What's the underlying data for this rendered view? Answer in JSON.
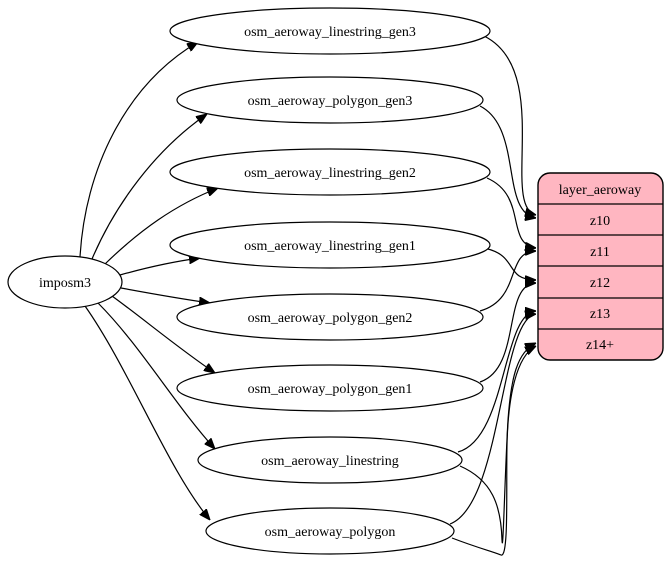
{
  "diagram": {
    "background": "#ffffff",
    "colors": {
      "table_node_fill": "#ffffff",
      "layer_node_fill": "#ffb6c1",
      "stroke": "#000000",
      "text": "#000000"
    },
    "source_node": {
      "label": "imposm3"
    },
    "table_nodes": [
      {
        "label": "osm_aeroway_linestring_gen3"
      },
      {
        "label": "osm_aeroway_polygon_gen3"
      },
      {
        "label": "osm_aeroway_linestring_gen2"
      },
      {
        "label": "osm_aeroway_linestring_gen1"
      },
      {
        "label": "osm_aeroway_polygon_gen2"
      },
      {
        "label": "osm_aeroway_polygon_gen1"
      },
      {
        "label": "osm_aeroway_linestring"
      },
      {
        "label": "osm_aeroway_polygon"
      }
    ],
    "layer_node": {
      "title": "layer_aeroway",
      "zoom_rows": [
        "z10",
        "z11",
        "z12",
        "z13",
        "z14+"
      ]
    },
    "edges": [
      {
        "from": "imposm3",
        "to": "osm_aeroway_linestring_gen3"
      },
      {
        "from": "imposm3",
        "to": "osm_aeroway_polygon_gen3"
      },
      {
        "from": "imposm3",
        "to": "osm_aeroway_linestring_gen2"
      },
      {
        "from": "imposm3",
        "to": "osm_aeroway_linestring_gen1"
      },
      {
        "from": "imposm3",
        "to": "osm_aeroway_polygon_gen2"
      },
      {
        "from": "imposm3",
        "to": "osm_aeroway_polygon_gen1"
      },
      {
        "from": "imposm3",
        "to": "osm_aeroway_linestring"
      },
      {
        "from": "imposm3",
        "to": "osm_aeroway_polygon"
      },
      {
        "from": "osm_aeroway_linestring_gen3",
        "to": "z10"
      },
      {
        "from": "osm_aeroway_polygon_gen3",
        "to": "z10"
      },
      {
        "from": "osm_aeroway_linestring_gen2",
        "to": "z11"
      },
      {
        "from": "osm_aeroway_polygon_gen2",
        "to": "z11"
      },
      {
        "from": "osm_aeroway_linestring_gen1",
        "to": "z12"
      },
      {
        "from": "osm_aeroway_polygon_gen1",
        "to": "z12"
      },
      {
        "from": "osm_aeroway_linestring",
        "to": "z13"
      },
      {
        "from": "osm_aeroway_polygon",
        "to": "z13"
      },
      {
        "from": "osm_aeroway_linestring",
        "to": "z14+"
      },
      {
        "from": "osm_aeroway_polygon",
        "to": "z14+"
      }
    ]
  }
}
